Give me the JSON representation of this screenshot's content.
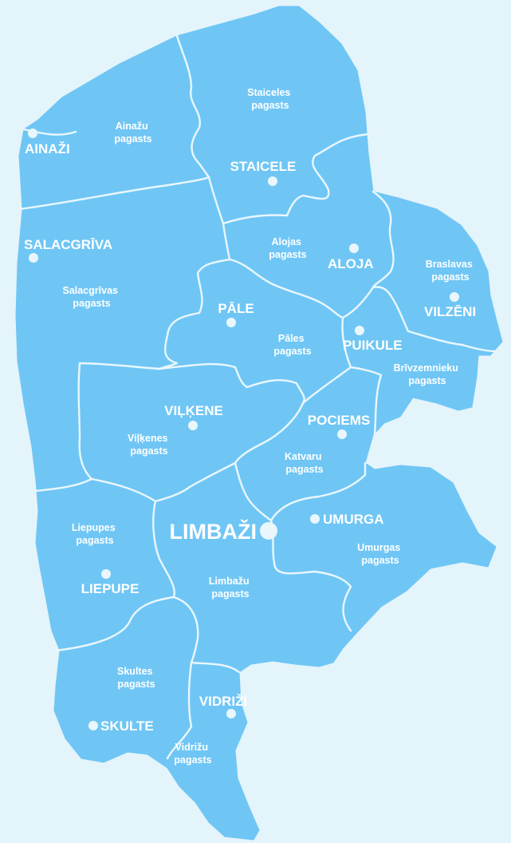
{
  "map": {
    "colors": {
      "background": "#e4f4fb",
      "land": "#6fc6f5",
      "border": "#e9f7fd",
      "label": "#ffffff"
    },
    "parishes": [
      {
        "id": "ainazu",
        "line1": "Ainažu",
        "line2": "pagasts"
      },
      {
        "id": "staiceles",
        "line1": "Staiceles",
        "line2": "pagasts"
      },
      {
        "id": "alojas",
        "line1": "Alojas",
        "line2": "pagasts"
      },
      {
        "id": "braslavas",
        "line1": "Braslavas",
        "line2": "pagasts"
      },
      {
        "id": "salacgrivas",
        "line1": "Salacgrīvas",
        "line2": "pagasts"
      },
      {
        "id": "pales",
        "line1": "Pāles",
        "line2": "pagasts"
      },
      {
        "id": "brivzemnieku",
        "line1": "Brīvzemnieku",
        "line2": "pagasts"
      },
      {
        "id": "vilkenes",
        "line1": "Viļķenes",
        "line2": "pagasts"
      },
      {
        "id": "katvaru",
        "line1": "Katvaru",
        "line2": "pagasts"
      },
      {
        "id": "liepupes",
        "line1": "Liepupes",
        "line2": "pagasts"
      },
      {
        "id": "umurgas",
        "line1": "Umurgas",
        "line2": "pagasts"
      },
      {
        "id": "limbazu",
        "line1": "Limbažu",
        "line2": "pagasts"
      },
      {
        "id": "skultes",
        "line1": "Skultes",
        "line2": "pagasts"
      },
      {
        "id": "vidrizu",
        "line1": "Vidrižu",
        "line2": "pagasts"
      }
    ],
    "towns": [
      {
        "id": "ainazi",
        "name": "AINAŽI"
      },
      {
        "id": "staicele",
        "name": "STAICELE"
      },
      {
        "id": "salacgriva",
        "name": "SALACGRĪVA"
      },
      {
        "id": "aloja",
        "name": "ALOJA"
      },
      {
        "id": "pale",
        "name": "PĀLE"
      },
      {
        "id": "vilzeni",
        "name": "VILZĒNI"
      },
      {
        "id": "puikule",
        "name": "PUIKULE"
      },
      {
        "id": "vilkene",
        "name": "VIĻĶENE"
      },
      {
        "id": "pociems",
        "name": "POCIEMS"
      },
      {
        "id": "limbazi",
        "name": "LIMBAŽI",
        "capital": true
      },
      {
        "id": "umurga",
        "name": "UMURGA"
      },
      {
        "id": "liepupe",
        "name": "LIEPUPE"
      },
      {
        "id": "vidrizi",
        "name": "VIDRIŽI"
      },
      {
        "id": "skulte",
        "name": "SKULTE"
      }
    ]
  }
}
